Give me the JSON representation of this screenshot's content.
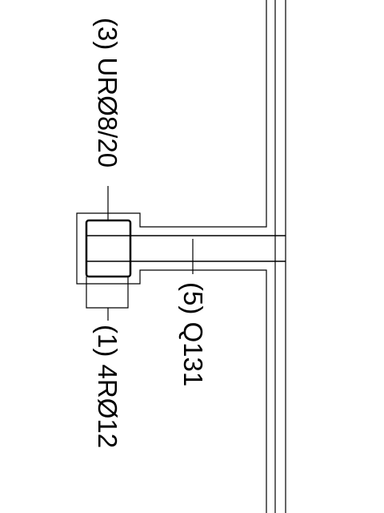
{
  "labels": {
    "upper_bar": "(3) URØ8/20",
    "lower_bar": "(1) 4RØ12",
    "beam_bar": "(5) Q131"
  },
  "colors": {
    "line": "#000000",
    "background": "#ffffff"
  }
}
